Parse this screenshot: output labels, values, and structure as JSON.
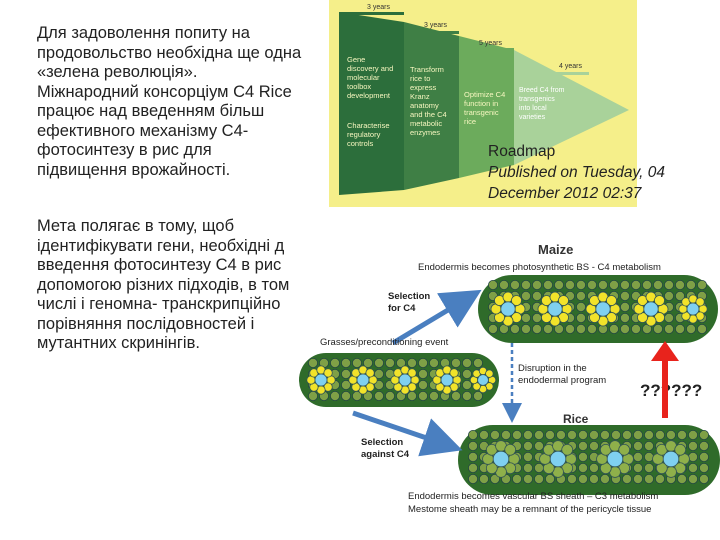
{
  "text": {
    "paragraph1": "Для задоволення попиту на\nпродовольство необхідна ще одна\n«зелена революція».\nМіжнародний консорціум C4 Rice\nпрацює над введенням більш\nефективного  механізму C4-\nфотосинтезу в рис для\nпідвищення врожайності.",
    "paragraph2": "Мета полягає в тому, щоб\nідентифікувати гени, необхідні д\nвведення фотосинтезу C4 в рис\nдопомогою різних підходів, в том\nчислі і геномна- транскрипційно\nпорівняння послідовностей і\nмутантних скринінгів."
  },
  "roadmap": {
    "durations": [
      "3 years",
      "3 years",
      "5 years",
      "4 years"
    ],
    "stage1": [
      "Gene",
      "discovery and",
      "molecular",
      "toolbox",
      "development"
    ],
    "stage1b": [
      "Characterise",
      "regulatory",
      "controls"
    ],
    "stage2": [
      "Transform",
      "rice to",
      "express",
      "Kranz",
      "anatomy",
      "and the C4",
      "metabolic",
      "enzymes"
    ],
    "stage3": [
      "Optimize C4",
      "function in",
      "transgenic",
      "rice"
    ],
    "stage4": [
      "Breed C4 from",
      "transgenics",
      "into local",
      "varieties"
    ],
    "colors": {
      "background": "#f5ef8a",
      "dark": "#2c6e3b",
      "mid": "#6cab5c",
      "light": "#a9d29a",
      "pale": "#d2e9c5"
    }
  },
  "caption": {
    "title": "Roadmap",
    "line1": "Published on Tuesday, 04",
    "line2": "December 2012 02:37"
  },
  "diagram": {
    "maize_title": "Maize",
    "maize_caption": "Endodermis becomes photosynthetic BS - C4 metabolism",
    "selection_for": [
      "Selection",
      "for C4"
    ],
    "grasses_label": "Grasses/preconditioning event",
    "disruption": [
      "Disruption in the",
      "endodermal program"
    ],
    "question": "??????",
    "rice_title": "Rice",
    "selection_against": [
      "Selection",
      "against C4"
    ],
    "rice_caption1": "Endodermis becomes vascular BS sheath – C3 metabolism",
    "rice_caption2": "Mestome sheath may be a remnant of the pericycle tissue",
    "colors": {
      "leaf": "#2f6b2a",
      "cell": "#7fa046",
      "arrow_blue": "#4a7fc0",
      "arrow_red": "#e8231c",
      "vein_blue": "#7fd0f0",
      "vein_yellow": "#f2e32a"
    }
  }
}
